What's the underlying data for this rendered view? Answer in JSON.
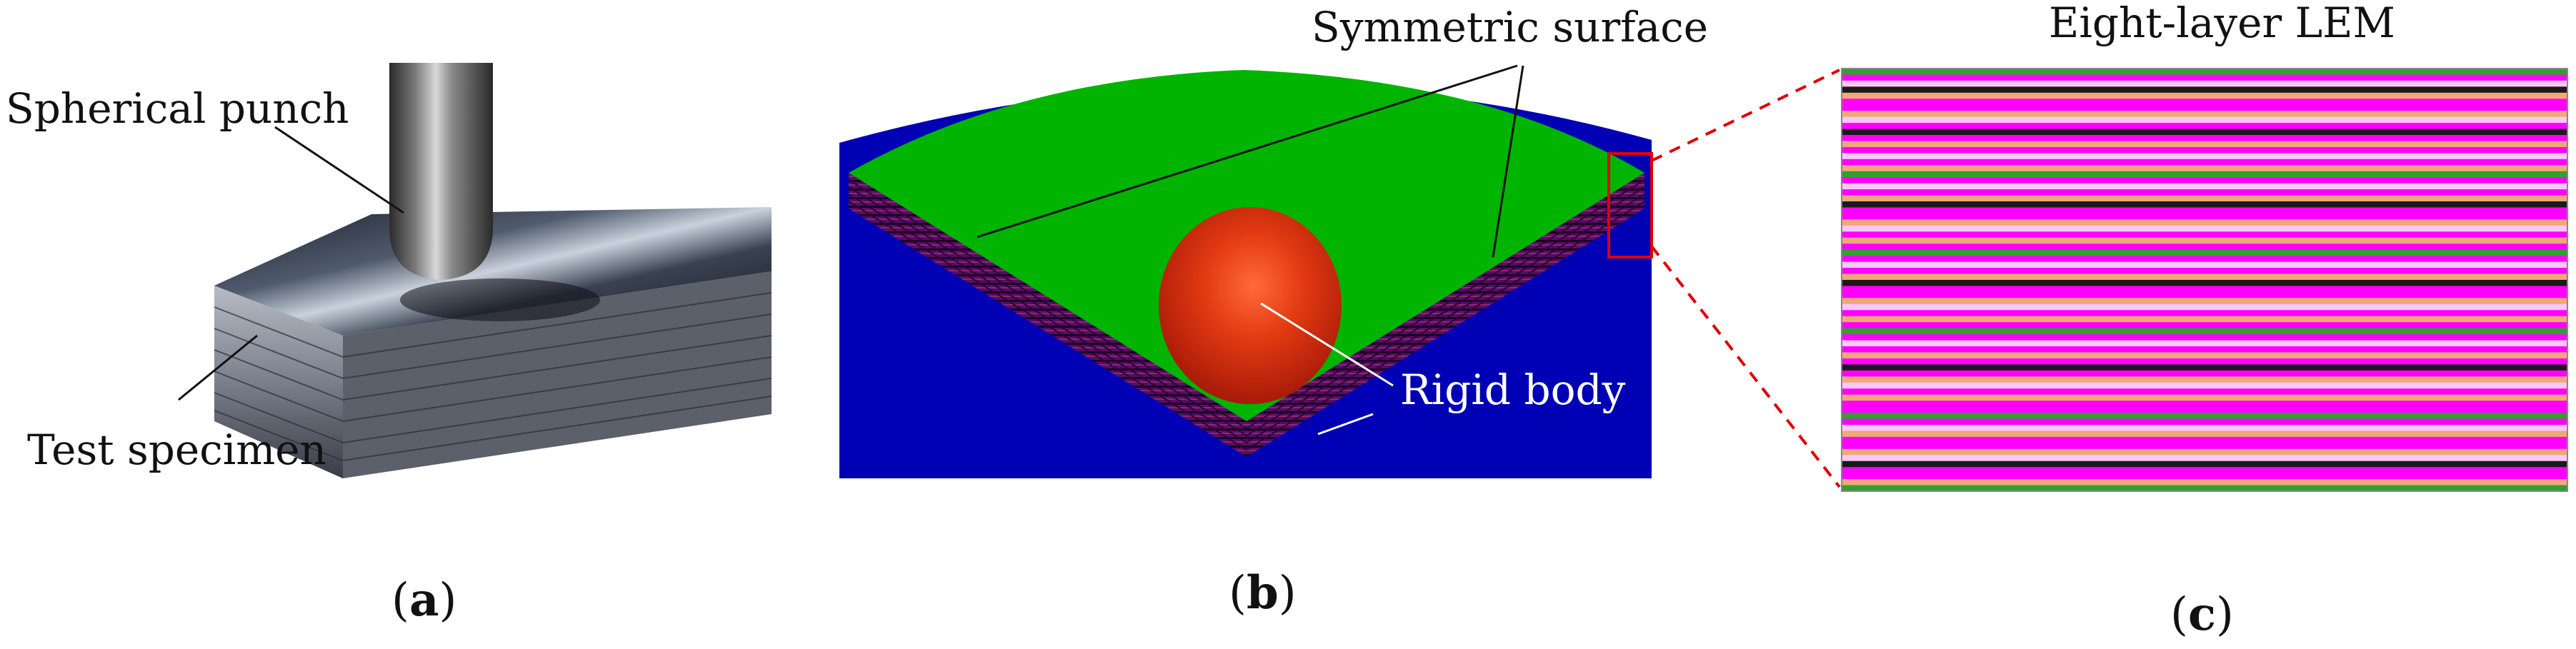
{
  "panel_a": {
    "punch_label": "Spherical punch",
    "specimen_label": "Test specimen",
    "caption_letter": "a"
  },
  "panel_b": {
    "symmetric_label": "Symmetric surface",
    "rigid_label": "Rigid body",
    "caption_letter": "b"
  },
  "panel_c": {
    "title": "Eight-layer LEM",
    "caption_letter": "c"
  },
  "colors": {
    "plate_green": "#00b400",
    "rigid_blue": "#0000b4",
    "sphere_red": "#e03010",
    "zoom_red": "#e00000",
    "stripe_magenta": "#ff00ff",
    "stripe_orange": "#f0a878",
    "stripe_pink_light": "#f8c8f8",
    "stripe_dark": "#1a1a1a",
    "stripe_green": "#30a030"
  },
  "lem_stripes": [
    "g",
    "m",
    "w",
    "k",
    "o",
    "m",
    "m",
    "o",
    "w",
    "m",
    "k",
    "m",
    "o",
    "m",
    "w",
    "m",
    "o",
    "g",
    "m",
    "w",
    "m",
    "o",
    "k",
    "m",
    "m",
    "o",
    "w",
    "m",
    "o",
    "m",
    "g",
    "m",
    "w",
    "m",
    "o",
    "k",
    "m",
    "m",
    "o",
    "w",
    "m",
    "o",
    "m",
    "g",
    "m",
    "w",
    "m",
    "o",
    "m",
    "k",
    "m",
    "o",
    "w",
    "m",
    "o",
    "m",
    "m",
    "g",
    "m",
    "w",
    "o",
    "m",
    "m",
    "o",
    "w",
    "k",
    "m",
    "m",
    "o",
    "g"
  ]
}
